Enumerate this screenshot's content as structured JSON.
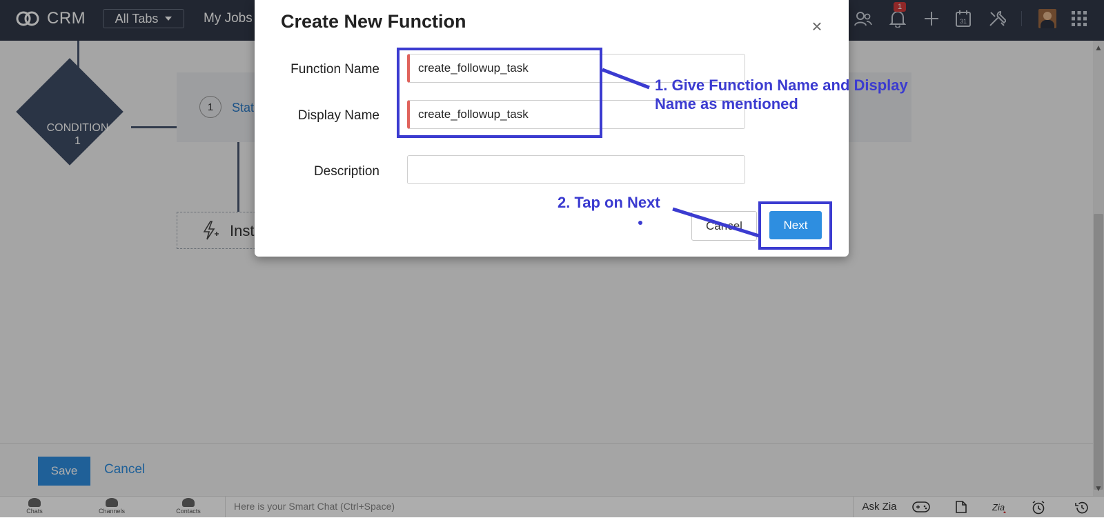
{
  "app": {
    "logo_text": "CRM",
    "all_tabs_label": "All Tabs",
    "nav_tab": "My Jobs",
    "notification_count": "1",
    "calendar_day": "31"
  },
  "canvas": {
    "condition_label": "CONDITION",
    "condition_number": "1",
    "step_number": "1",
    "step_text": "Stat",
    "instant_text": "Inst"
  },
  "footer": {
    "save_label": "Save",
    "cancel_label": "Cancel"
  },
  "chatbar": {
    "chats_label": "Chats",
    "channels_label": "Channels",
    "contacts_label": "Contacts",
    "smart_chat_placeholder": "Here is your Smart Chat (Ctrl+Space)",
    "ask_zia_label": "Ask Zia"
  },
  "modal": {
    "title": "Create New Function",
    "close_symbol": "×",
    "function_name_label": "Function Name",
    "function_name_value": "create_followup_task",
    "display_name_label": "Display Name",
    "display_name_value": "create_followup_task",
    "description_label": "Description",
    "description_value": "",
    "cancel_label": "Cancel",
    "next_label": "Next"
  },
  "annotations": {
    "note1_line1": "1. Give Function Name and Display",
    "note1_line2": "Name as mentioned",
    "note2": "2. Tap on Next",
    "color": "#3b3bd0"
  }
}
